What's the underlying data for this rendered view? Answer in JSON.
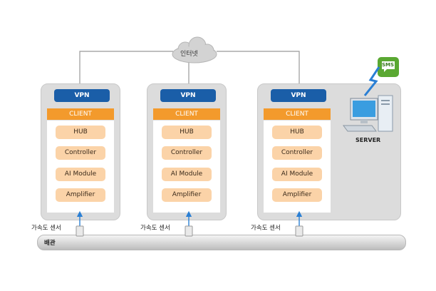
{
  "cloud_label": "인터넷",
  "units": [
    {
      "vpn": "VPN",
      "client": "CLIENT",
      "modules": [
        "HUB",
        "Controller",
        "AI Module",
        "Amplifier"
      ],
      "sensor_label": "가속도 센서"
    },
    {
      "vpn": "VPN",
      "client": "CLIENT",
      "modules": [
        "HUB",
        "Controller",
        "AI Module",
        "Amplifier"
      ],
      "sensor_label": "가속도 센서"
    },
    {
      "vpn": "VPN",
      "client": "CLIENT",
      "modules": [
        "HUB",
        "Controller",
        "AI Module",
        "Amplifier"
      ],
      "sensor_label": "가속도 센서"
    }
  ],
  "sms_label": "SMS",
  "server_label": "SERVER",
  "pipe_label": "배관",
  "colors": {
    "vpn": "#1a5ea8",
    "client": "#f39a2c",
    "module": "#fbd3a8",
    "sms": "#5aa832"
  }
}
